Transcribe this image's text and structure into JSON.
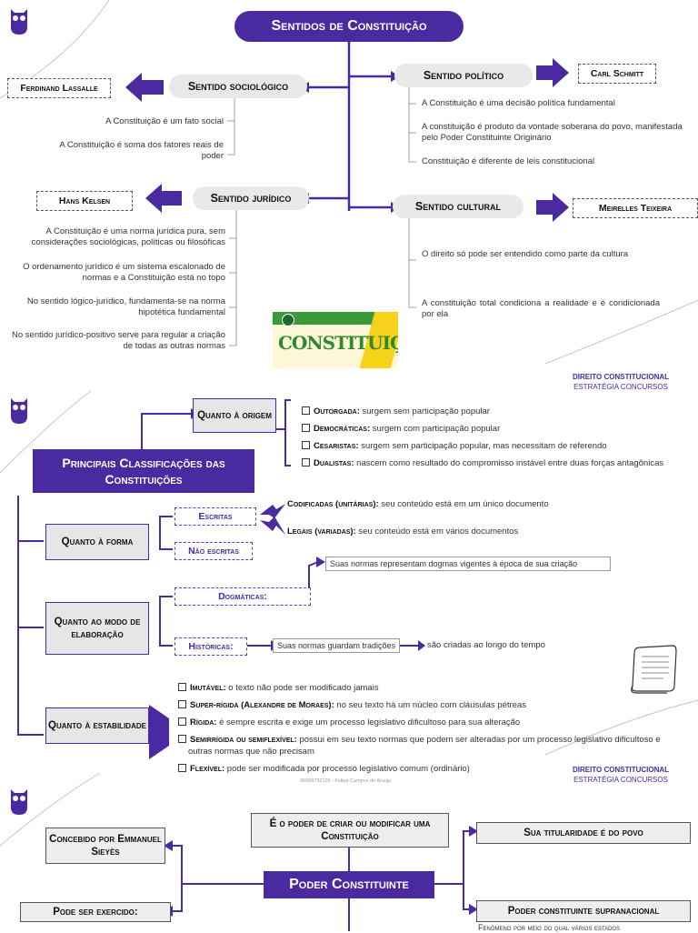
{
  "panel1": {
    "title": "Sentidos de Constituição",
    "sociologico": {
      "label": "Sentido sociológico",
      "author": "Ferdinand Lassalle",
      "items": [
        "A Constituição é um fato social",
        "A Constituição é soma dos fatores reais de poder"
      ]
    },
    "politico": {
      "label": "Sentido político",
      "author": "Carl Schmitt",
      "items": [
        "A Constituição é uma decisão política fundamental",
        "A constituição é produto da vontade soberana do povo, manifestada pelo Poder Constituinte Originário",
        "Constituição é diferente de leis constitucional"
      ]
    },
    "juridico": {
      "label": "Sentido jurídico",
      "author": "Hans Kelsen",
      "items": [
        "A Constituição é uma norma jurídica pura, sem considerações sociológicas, políticas ou filosóficas",
        "O ordenamento jurídico é um sistema escalonado de normas e a Constituição está no topo",
        "No sentido lógico-jurídico, fundamenta-se na norma hipotética fundamental",
        "No sentido jurídico-positivo serve para regular a criação de todas as outras normas"
      ]
    },
    "cultural": {
      "label": "Sentido cultural",
      "author": "Meirelles Teixeira",
      "items": [
        "O direito só pode ser entendido como parte da cultura",
        "A constituição total condiciona a realidade e é condicionada por ela"
      ]
    },
    "book_text": "CONSTITUIÇÃO",
    "footer_1": "DIREITO CONSTITUCIONAL",
    "footer_2": "ESTRATÉGIA CONCURSOS"
  },
  "panel2": {
    "title": "Principais Classificações das Constituições",
    "origem": {
      "label": "Quanto à origem",
      "items": [
        {
          "term": "Outorgada:",
          "desc": " surgem sem participação popular"
        },
        {
          "term": "Democráticas:",
          "desc": " surgem com participação popular"
        },
        {
          "term": "Cesaristas:",
          "desc": " surgem sem participação popular, mas necessitam de referendo"
        },
        {
          "term": "Dualistas:",
          "desc": " nascem como resultado do compromisso instável entre duas forças antagônicas"
        }
      ]
    },
    "forma": {
      "label": "Quanto à forma",
      "escritas": "Escritas",
      "nao_escritas": "Não escritas",
      "codificadas_term": "Codificadas (unitárias):",
      "codificadas_desc": " seu conteúdo está em um único documento",
      "legais_term": "Legais (variadas):",
      "legais_desc": " seu conteúdo está em vários documentos"
    },
    "elaboracao": {
      "label": "Quanto ao modo de elaboração",
      "dogmaticas": "Dogmáticas:",
      "dogmaticas_desc": "Suas normas representam dogmas vigentes à época de sua criação",
      "historicas": "Históricas:",
      "historicas_desc": "Suas normas guardam tradições",
      "historicas_desc2": "são criadas ao longo do tempo"
    },
    "estabilidade": {
      "label": "Quanto à estabilidade",
      "items": [
        {
          "term": "Imutável:",
          "desc": " o texto não pode ser modificado jamais"
        },
        {
          "term": "Super-rígida (Alexandre de Moraes):",
          "desc": " no seu texto há um núcleo com cláusulas pétreas"
        },
        {
          "term": "Rígida:",
          "desc": " é sempre escrita e exige um processo legislativo dificultoso para sua alteração"
        },
        {
          "term": "Semirrígida ou semiflexível:",
          "desc": " possui em seu texto normas que podem ser alteradas por um processo legislativo dificultoso e outras normas que não precisam"
        },
        {
          "term": "Flexível:",
          "desc": " pode ser modificada por processo legislativo comum (ordinário)"
        }
      ]
    },
    "watermark": "05069792105 - Felipe Campos de Araujo",
    "footer_1": "DIREITO CONSTITUCIONAL",
    "footer_2": "ESTRATÉGIA CONCURSOS"
  },
  "panel3": {
    "title": "Poder Constituinte",
    "definicao": "É o poder de criar ou modificar uma Constituição",
    "concebido": "Concebido por Emmanuel Sieyès",
    "exercido": "Pode ser exercido:",
    "titularidade": "Sua titularidade é do povo",
    "supranacional": "Poder constituinte supranacional",
    "supranacional_desc": "Fenômeno por meio do qual vários estados"
  },
  "colors": {
    "accent": "#4a2aa0",
    "pill": "#e9e9e9"
  }
}
